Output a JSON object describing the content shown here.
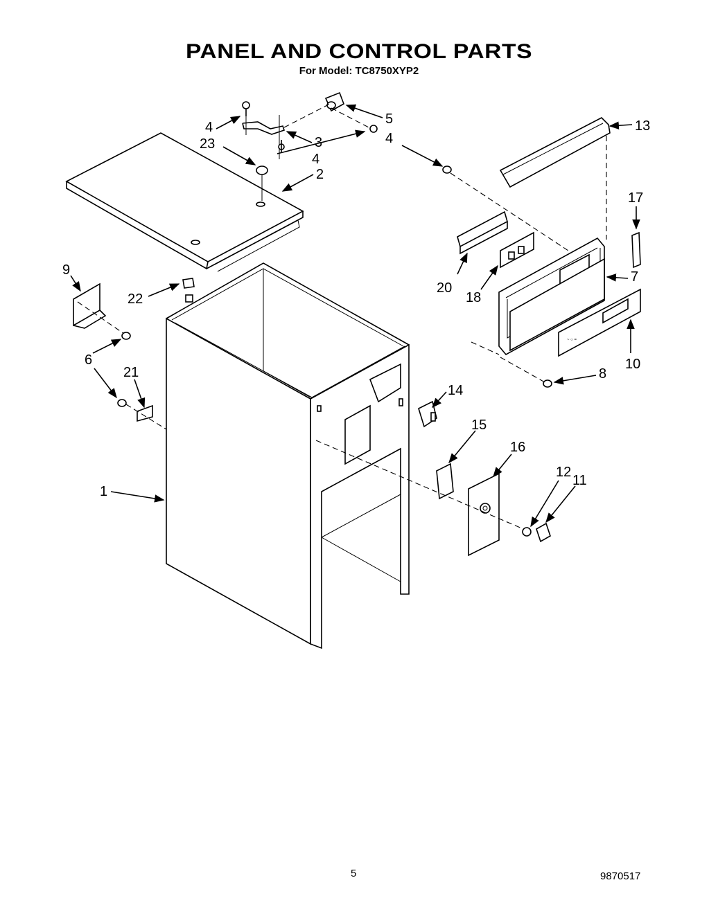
{
  "title": "PANEL AND CONTROL PARTS",
  "subtitle": "For Model: TC8750XYP2",
  "page_number": "5",
  "document_number": "9870517",
  "callouts": {
    "c1": "1",
    "c2": "2",
    "c3": "3",
    "c4a": "4",
    "c4b": "4",
    "c4c": "4",
    "c5": "5",
    "c6": "6",
    "c7": "7",
    "c8": "8",
    "c9": "9",
    "c10": "10",
    "c11": "11",
    "c12": "12",
    "c13": "13",
    "c14": "14",
    "c15": "15",
    "c16": "16",
    "c17": "17",
    "c18": "18",
    "c20": "20",
    "c21": "21",
    "c22": "22",
    "c23": "23"
  }
}
